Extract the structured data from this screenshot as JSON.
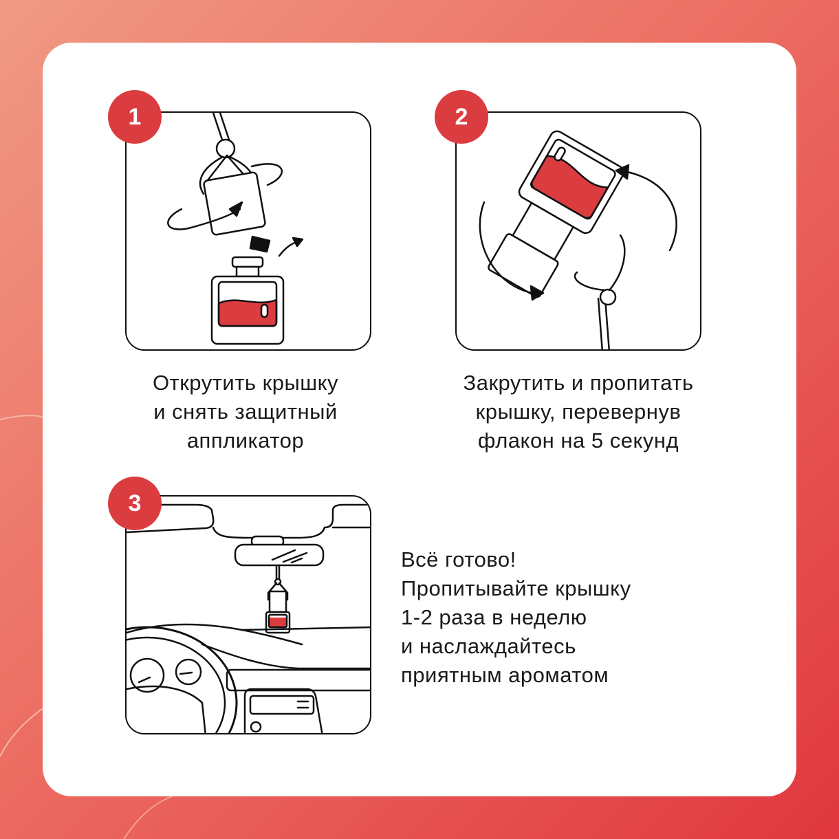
{
  "colors": {
    "accent": "#db3c3f",
    "background_start": "#f09a83",
    "background_end": "#e0383f"
  },
  "steps": [
    {
      "number": "1",
      "lines": [
        "Открутить крышку",
        "и снять защитный",
        "аппликатор"
      ]
    },
    {
      "number": "2",
      "lines": [
        "Закрутить и пропитать",
        "крышку, перевернув",
        "флакон на 5 секунд"
      ]
    },
    {
      "number": "3",
      "lines": [
        "Всё готово!",
        "Пропитывайте крышку",
        "1-2 раза в неделю",
        "и наслаждайтесь",
        "приятным ароматом"
      ]
    }
  ]
}
